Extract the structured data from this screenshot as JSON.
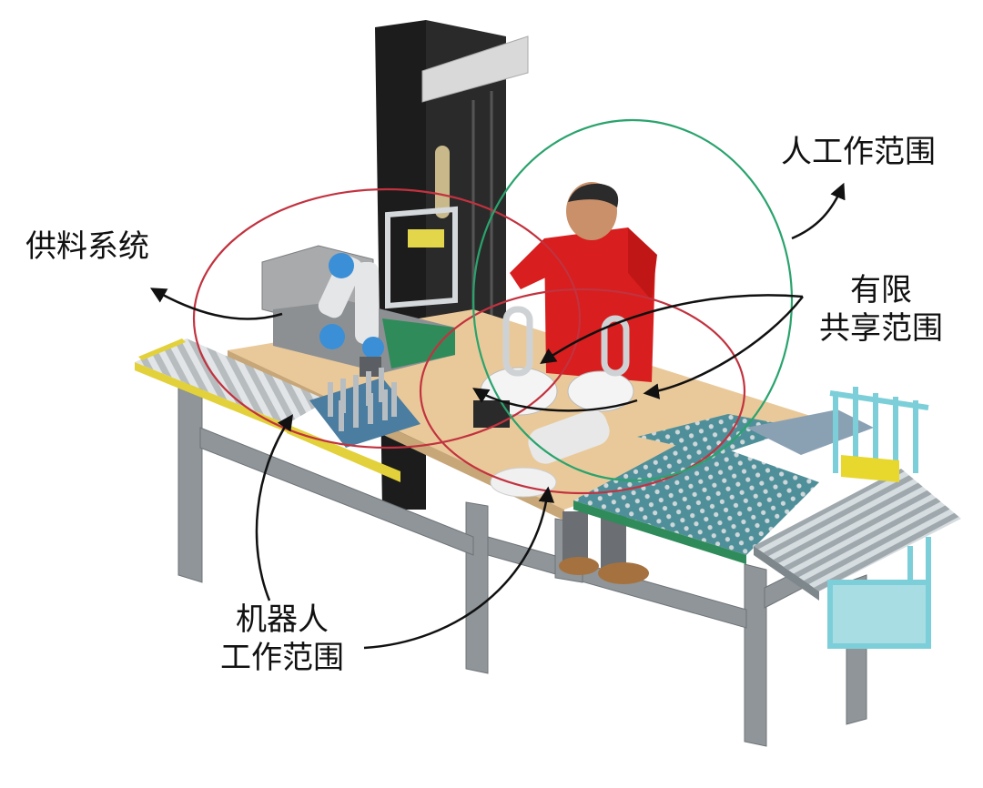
{
  "labels": {
    "feeding_system": "供料系统",
    "human_workspace": "人工作范围",
    "shared_range_line1": "有限",
    "shared_range_line2": "共享范围",
    "robot_range_line1": "机器人",
    "robot_range_line2": "工作范围"
  },
  "colors": {
    "robot_zone": "#c2323f",
    "human_zone": "#2aa36d",
    "arrow": "#111111",
    "conveyor_yellow": "#e2d13a",
    "table_top": "#e9c99a",
    "frame_gray": "#8f9599",
    "tower": "#1e1e1e",
    "shirt_red": "#d81e1e",
    "tray_teal": "#5c9aa4",
    "rack_cyan": "#7ccfd8"
  }
}
